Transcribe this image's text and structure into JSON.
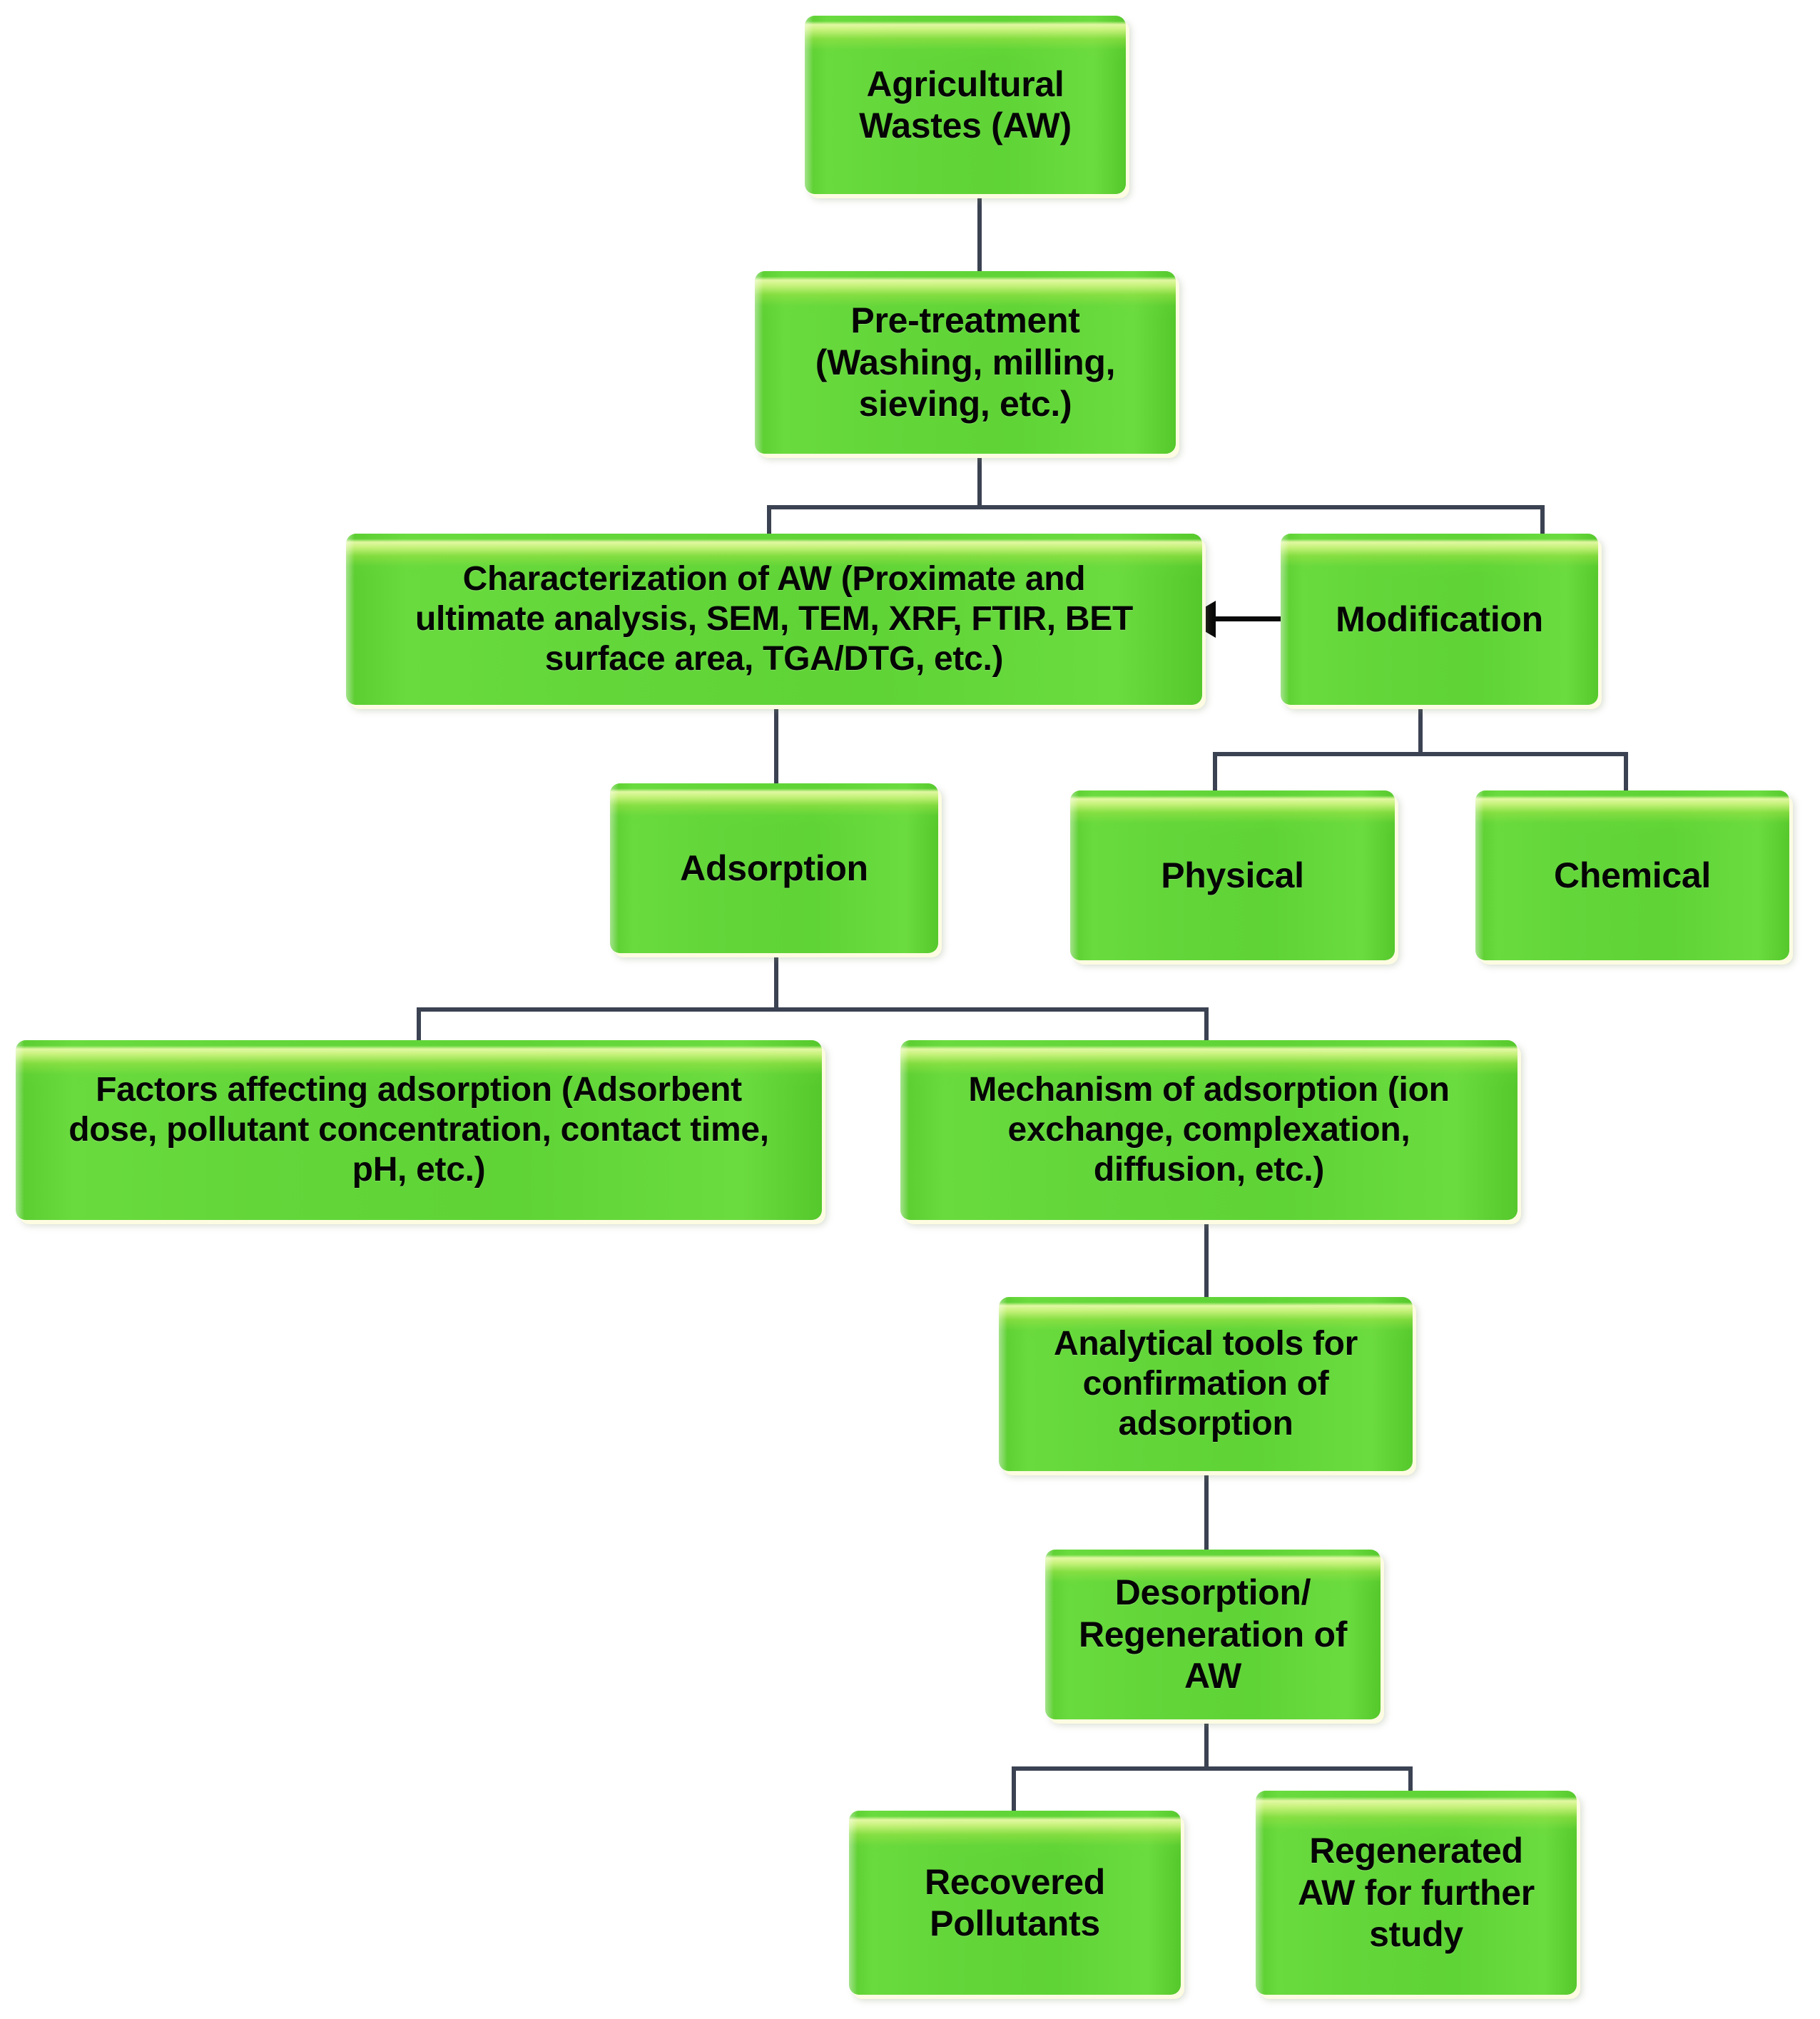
{
  "diagram": {
    "title": "Agricultural waste adsorption process flowchart",
    "colors": {
      "node_fill": "#60D437",
      "node_highlight": "#CEF480",
      "node_shadow": "#FDFCE2",
      "connector": "#3B4252",
      "arrow": "#0A0A0A",
      "text": "#050505",
      "background": "#FFFFFF"
    },
    "nodes": [
      {
        "id": "agricultural-wastes",
        "label": "Agricultural\nWastes (AW)"
      },
      {
        "id": "pre-treatment",
        "label": "Pre-treatment\n(Washing, milling,\nsieving, etc.)"
      },
      {
        "id": "characterization",
        "label": "Characterization of AW (Proximate and\nultimate analysis, SEM, TEM, XRF, FTIR, BET\nsurface area, TGA/DTG, etc.)"
      },
      {
        "id": "modification",
        "label": "Modification"
      },
      {
        "id": "adsorption",
        "label": "Adsorption"
      },
      {
        "id": "physical",
        "label": "Physical"
      },
      {
        "id": "chemical",
        "label": "Chemical"
      },
      {
        "id": "factors-affecting",
        "label": "Factors affecting adsorption (Adsorbent\ndose, pollutant concentration, contact time,\npH, etc.)"
      },
      {
        "id": "mechanism",
        "label": "Mechanism of adsorption (ion\nexchange, complexation,\ndiffusion, etc.)"
      },
      {
        "id": "analytical-tools",
        "label": "Analytical tools for\nconfirmation of\nadsorption"
      },
      {
        "id": "desorption",
        "label": "Desorption/\nRegeneration of\nAW"
      },
      {
        "id": "recovered-pollutants",
        "label": "Recovered\nPollutants"
      },
      {
        "id": "regenerated-aw",
        "label": "Regenerated\nAW for further\nstudy"
      }
    ]
  }
}
